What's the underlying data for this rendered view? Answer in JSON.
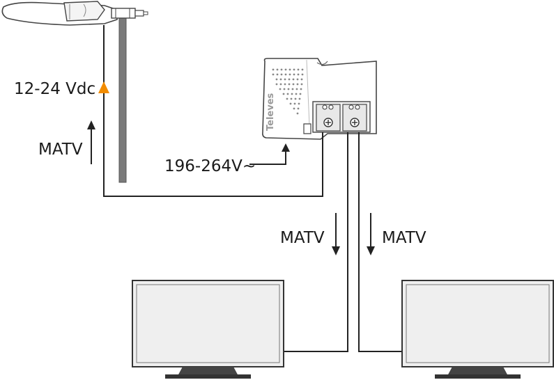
{
  "labels": {
    "voltage_dc": "12-24 Vdc",
    "matv_up": "MATV",
    "mains": "196-264V~",
    "matv_left": "MATV",
    "matv_right": "MATV",
    "brand": "Televes"
  },
  "colors": {
    "dc_marker": "#f28c00",
    "mast": "#7a7a7a",
    "wire": "#222222",
    "tv_screen": "#efefef",
    "device_body": "#ffffff"
  },
  "icons": {
    "antenna": "antenna-icon",
    "mast": "mast-icon",
    "power_supply": "power-supply-icon",
    "tv": "tv-icon"
  }
}
